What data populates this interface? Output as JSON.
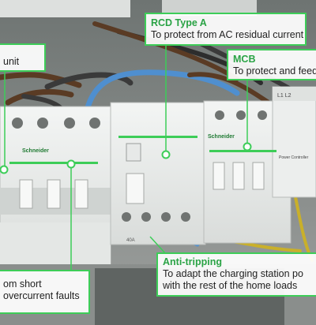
{
  "callouts": {
    "rcd": {
      "title": "RCD Type A",
      "text": "To protect from AC residual current"
    },
    "mcb": {
      "title": "MCB",
      "text": "To protect and feed"
    },
    "left_unit": {
      "text": "unit"
    },
    "anti_tripping": {
      "title": "Anti-tripping",
      "line1": "To adapt the charging station po",
      "line2": "with the rest of the home loads"
    },
    "short_circuit": {
      "line1": "om short",
      "line2": "overcurrent faults"
    }
  },
  "device_labels": {
    "brand": "Schneider",
    "rcd_rating": "40A",
    "contacts": "L1  L2",
    "controller": "Power Controller"
  },
  "colors": {
    "accent_green": "#3dcd58",
    "title_green": "#2aa345",
    "breaker_white": "#e9ecea",
    "din_grey": "#9fa3a1"
  }
}
